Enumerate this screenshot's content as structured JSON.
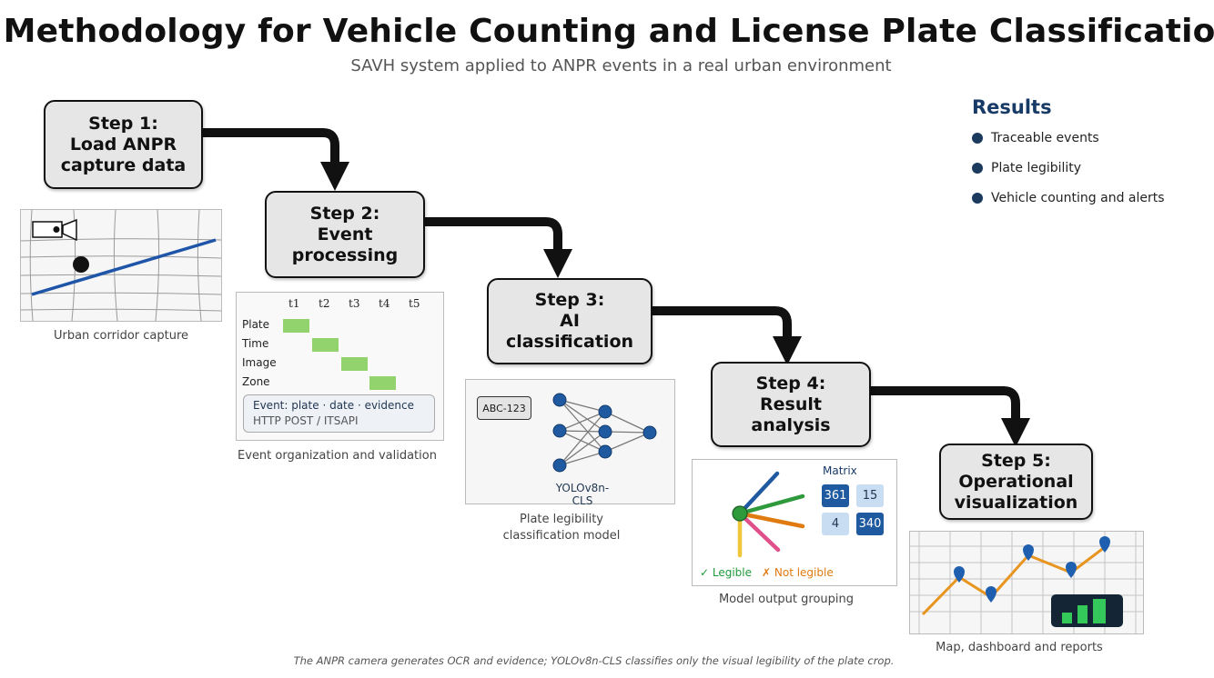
{
  "title": "Methodology for Vehicle Counting and License Plate Classification",
  "subtitle": "SAVH system applied to ANPR events in a real urban environment",
  "steps": [
    {
      "line1": "Step 1:",
      "line2": "Load ANPR",
      "line3": "capture data"
    },
    {
      "line1": "Step 2:",
      "line2": "Event",
      "line3": "processing"
    },
    {
      "line1": "Step 3:",
      "line2": "AI",
      "line3": "classification"
    },
    {
      "line1": "Step 4:",
      "line2": "Result",
      "line3": "analysis"
    },
    {
      "line1": "Step 5:",
      "line2": "Operational",
      "line3": "visualization"
    }
  ],
  "captions": {
    "capture": "Urban corridor capture",
    "event": "Event organization and validation",
    "model_line1": "Plate legibility",
    "model_line2": "classification model",
    "grouping": "Model output grouping",
    "visualization": "Map, dashboard and reports"
  },
  "timeline": {
    "times": [
      "t1",
      "t2",
      "t3",
      "t4",
      "t5"
    ],
    "rows": [
      "Plate",
      "Time",
      "Image",
      "Zone"
    ],
    "event_line1": "Event: plate · date · evidence",
    "event_line2": "HTTP POST / ITSAPI"
  },
  "model": {
    "plate_text": "ABC-123",
    "model_name": "YOLOv8n-CLS"
  },
  "analysis": {
    "matrix_label": "Matrix",
    "matrix": [
      "361",
      "15",
      "4",
      "340"
    ],
    "legible": "✓ Legible",
    "not_legible": "✗ Not legible"
  },
  "results": {
    "heading": "Results",
    "items": [
      "Traceable events",
      "Plate legibility",
      "Vehicle counting and alerts"
    ]
  },
  "footnote": "The ANPR camera generates OCR and evidence; YOLOv8n-CLS classifies only the visual legibility of the plate crop.",
  "colors": {
    "step_fill": "#e6e6e6",
    "results_heading": "#173a66",
    "bullet": "#1b3a5e",
    "bar_green": "#92d36e",
    "matrix_dark": "#1f5aa0",
    "matrix_light": "#c9ddf2",
    "legible_green": "#1f9a3a",
    "not_legible_orange": "#e07b12",
    "trend_orange": "#e8951f",
    "marker_blue": "#1f5fb0"
  }
}
